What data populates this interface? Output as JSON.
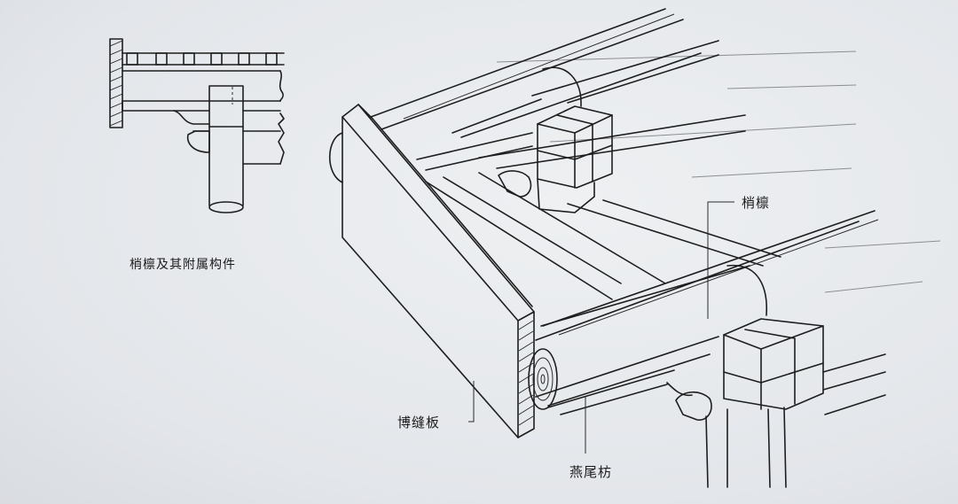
{
  "labels": {
    "small_caption": "梢檩及其附属构件",
    "purlin": "梢檩",
    "gable_board": "博缝板",
    "swallowtail_tie": "燕尾枋"
  },
  "colors": {
    "paper": "#e6e9ec",
    "ink": "#1e1e1e"
  }
}
